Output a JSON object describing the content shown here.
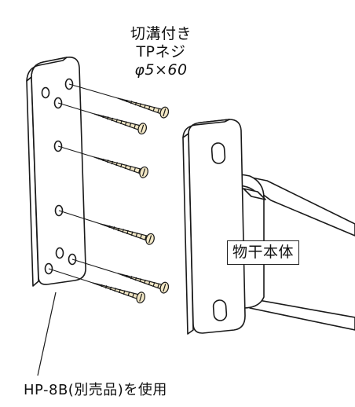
{
  "screw_label": {
    "line1": "切溝付き",
    "line2": "TPネジ",
    "line3": "φ5×60"
  },
  "body_label": "物干本体",
  "part_label": "HP-8B(別売品)を使用",
  "colors": {
    "screw_fill": "#f1e6c4",
    "line": "#1a1a1a",
    "background": "#ffffff"
  }
}
